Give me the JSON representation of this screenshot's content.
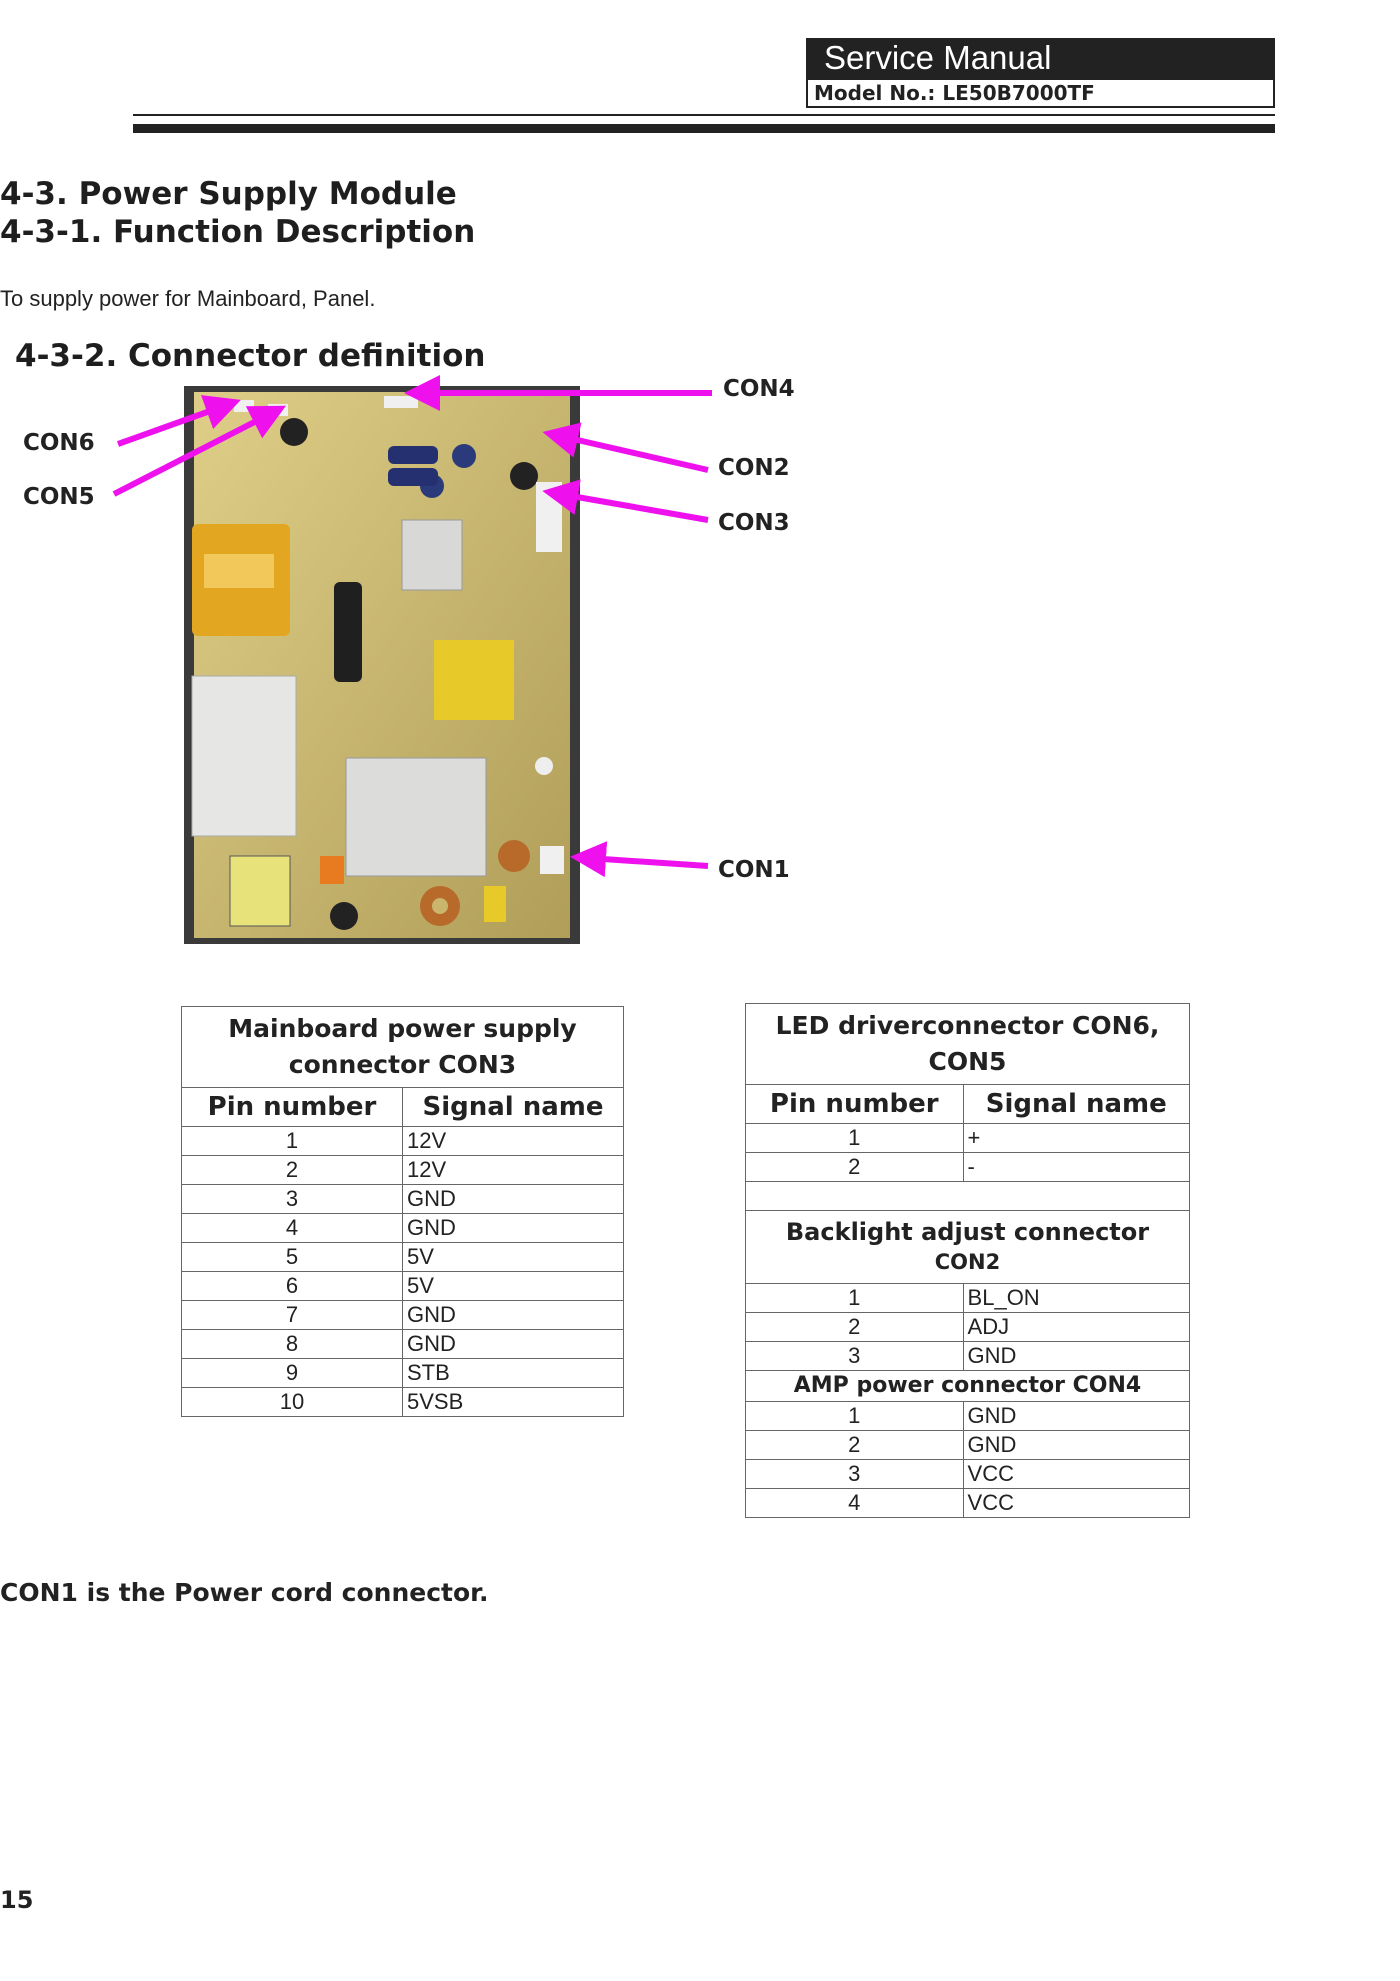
{
  "header": {
    "title": "Service Manual",
    "model": "Model No.: LE50B7000TF"
  },
  "headings": {
    "section": "4-3. Power Supply Module",
    "function": "4-3-1. Function Description",
    "connector": "4-3-2. Connector definition"
  },
  "description": "To supply power for Mainboard, Panel.",
  "photo_labels": {
    "con4": "CON4",
    "con6": "CON6",
    "con5": "CON5",
    "con2": "CON2",
    "con3": "CON3",
    "con1": "CON1"
  },
  "colors": {
    "arrow": "#ee11ee",
    "pcb": "#c8b56a"
  },
  "table_main": {
    "title": "Mainboard power supply connector CON3",
    "col_pin": "Pin number",
    "col_signal": "Signal name",
    "rows": [
      {
        "pin": "1",
        "signal": "12V"
      },
      {
        "pin": "2",
        "signal": "12V"
      },
      {
        "pin": "3",
        "signal": "GND"
      },
      {
        "pin": "4",
        "signal": "GND"
      },
      {
        "pin": "5",
        "signal": "5V"
      },
      {
        "pin": "6",
        "signal": "5V"
      },
      {
        "pin": "7",
        "signal": "GND"
      },
      {
        "pin": "8",
        "signal": "GND"
      },
      {
        "pin": "9",
        "signal": "STB"
      },
      {
        "pin": "10",
        "signal": "5VSB"
      }
    ]
  },
  "table_led": {
    "title": "LED driverconnector CON6, CON5",
    "col_pin": "Pin number",
    "col_signal": "Signal name",
    "rows": [
      {
        "pin": "1",
        "signal": "+"
      },
      {
        "pin": "2",
        "signal": "-"
      }
    ],
    "backlight": {
      "title_line1": "Backlight adjust connector",
      "title_line2": "CON2",
      "rows": [
        {
          "pin": "1",
          "signal": "BL_ON"
        },
        {
          "pin": "2",
          "signal": "ADJ"
        },
        {
          "pin": "3",
          "signal": "GND"
        }
      ]
    },
    "amp": {
      "title": "AMP power connector CON4",
      "rows": [
        {
          "pin": "1",
          "signal": "GND"
        },
        {
          "pin": "2",
          "signal": "GND"
        },
        {
          "pin": "3",
          "signal": "VCC"
        },
        {
          "pin": "4",
          "signal": "VCC"
        }
      ]
    }
  },
  "footer_note": "CON1 is the Power cord connector.",
  "page_number": "15"
}
